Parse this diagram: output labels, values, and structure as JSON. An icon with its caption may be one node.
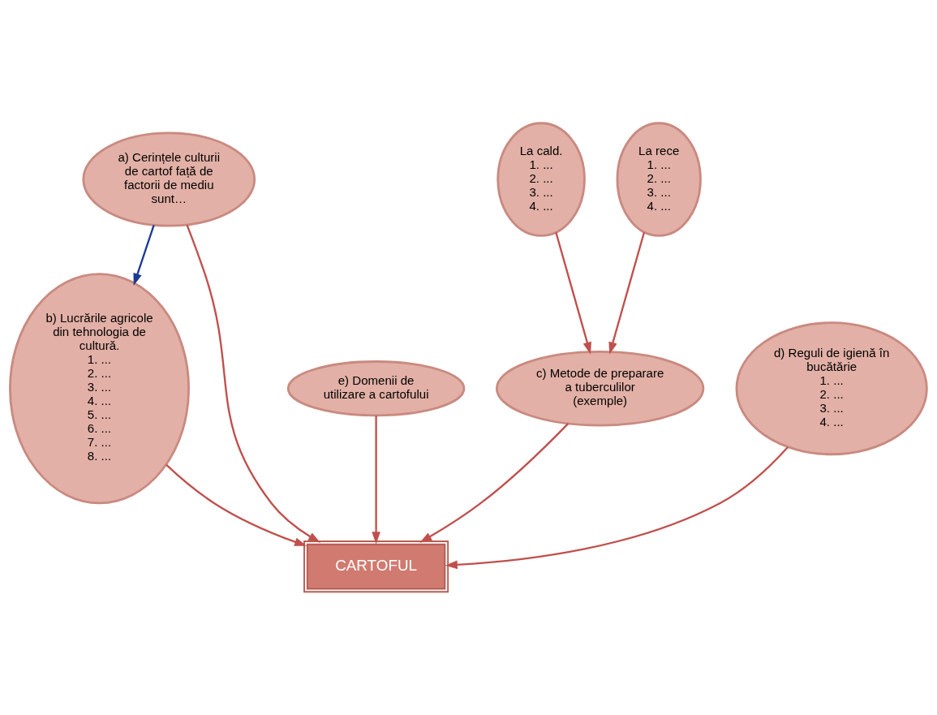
{
  "diagram": {
    "nodes": [
      {
        "text": [
          "a) Cerințele culturii de cartof față de factorii de mediu sunt…"
        ]
      },
      {
        "text": [
          "b) Lucrările agricole din tehnologia de cultură.",
          "1. ...",
          "2. ...",
          "3. ...",
          "4. ...",
          "5. ...",
          "6. ...",
          "7. ...",
          "8. ..."
        ]
      },
      {
        "text": [
          "La cald.",
          "1. ...",
          "2. ...",
          "3. ...",
          "4. ..."
        ]
      },
      {
        "text": [
          "e) Domenii de utilizare a cartofului"
        ]
      },
      {
        "text": [
          "CARTOFUL"
        ]
      },
      {
        "text": [
          "c) Metode de preparare a tuberculilor (exemple)"
        ]
      },
      {
        "text": [
          "d) Reguli de igienă în bucătărie",
          "1. ...",
          "2. ...",
          "3. ...",
          "4. ..."
        ]
      },
      {
        "text": [
          "La rece",
          "1. ...",
          "2. ...",
          "3. ...",
          "4. ..."
        ]
      }
    ],
    "edges": [
      {
        "from": 0,
        "to": 1,
        "arrow": "to",
        "color": "#1f3a93"
      },
      {
        "from": 0,
        "to": 4,
        "arrow": "to"
      },
      {
        "from": 1,
        "to": 4,
        "arrow": "to"
      },
      {
        "from": 3,
        "to": 4,
        "arrow": "to"
      },
      {
        "from": 6,
        "to": 4,
        "arrow": "to"
      },
      {
        "from": 5,
        "to": 4,
        "arrow": "to"
      },
      {
        "from": 2,
        "to": 5,
        "arrow": "to"
      },
      {
        "from": 7,
        "to": 5,
        "arrow": "to"
      }
    ]
  }
}
